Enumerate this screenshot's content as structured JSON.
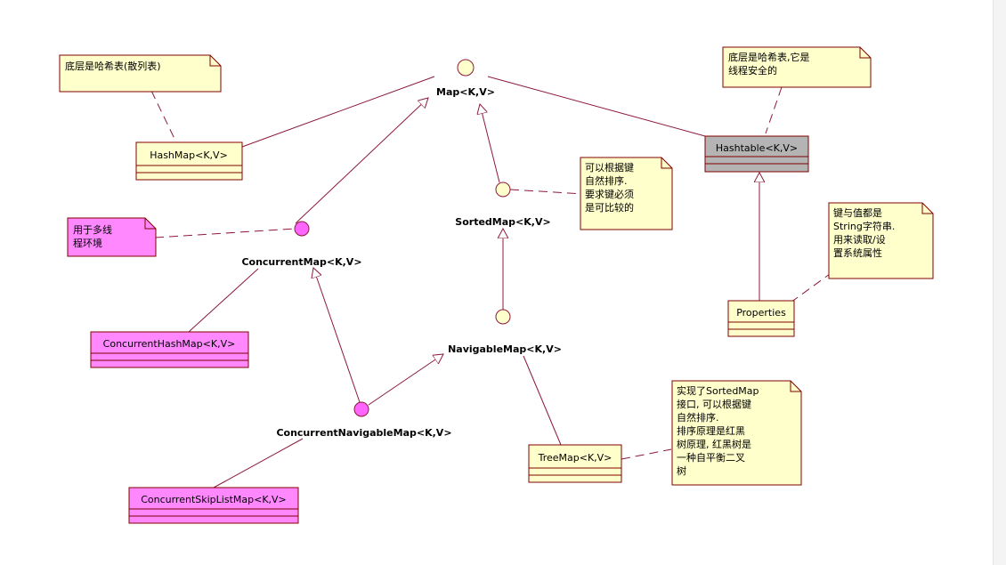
{
  "classes": {
    "hashmap": "HashMap<K,V>",
    "hashtable": "Hashtable<K,V>",
    "properties": "Properties",
    "concurrent_hashmap": "ConcurrentHashMap<K,V>",
    "concurrent_skiplistmap": "ConcurrentSkipListMap<K,V>",
    "treemap": "TreeMap<K,V>"
  },
  "interfaces": {
    "map": "Map<K,V>",
    "sorted_map": "SortedMap<K,V>",
    "concurrent_map": "ConcurrentMap<K,V>",
    "navigable_map": "NavigableMap<K,V>",
    "concurrent_navigable_map": "ConcurrentNavigableMap<K,V>"
  },
  "notes": {
    "hashmap_note": [
      "底层是哈希表(散列表)"
    ],
    "hashtable_note": [
      "底层是哈希表,它是",
      "线程安全的"
    ],
    "sortedmap_note": [
      "可以根据键",
      "自然排序.",
      "要求键必须",
      "是可比较的"
    ],
    "concurrent_note": [
      "用于多线",
      "程环境"
    ],
    "properties_note": [
      "键与值都是",
      "String字符串.",
      "用来读取/设",
      "置系统属性"
    ],
    "treemap_note": [
      "实现了SortedMap",
      "接口, 可以根据键",
      "自然排序.",
      "排序原理是红黑",
      "树原理, 红黑树是",
      "一种自平衡二叉",
      "树"
    ]
  },
  "colors": {
    "class_fill": "#ffffcc",
    "concurrent_fill": "#ff88ff",
    "hashtable_fill": "#b4b4b4",
    "border": "#800000",
    "line": "#8b1a3a"
  }
}
